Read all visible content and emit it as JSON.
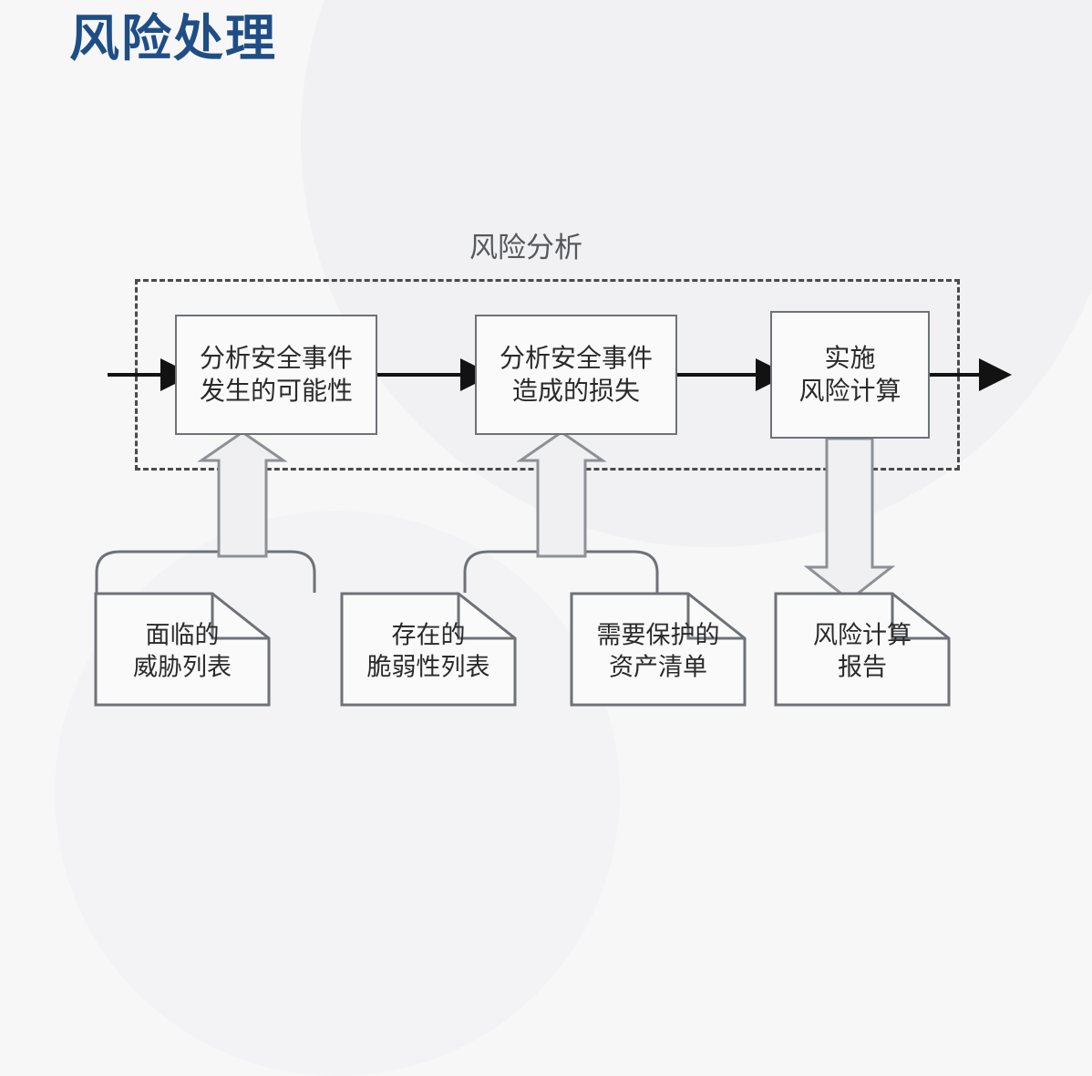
{
  "slide": {
    "title": "风险处理",
    "title_color": "#1f4e86",
    "background_color": "#f7f7f7"
  },
  "diagram": {
    "type": "flowchart",
    "group_label": "风险分析",
    "group_frame": {
      "style": "dashed",
      "color": "#4a4a4a"
    },
    "process_boxes": [
      {
        "id": "analyze-likelihood",
        "line1": "分析安全事件",
        "line2": "发生的可能性"
      },
      {
        "id": "analyze-loss",
        "line1": "分析安全事件",
        "line2": "造成的损失"
      },
      {
        "id": "risk-calculation",
        "line1": "实施",
        "line2": "风险计算"
      }
    ],
    "documents": [
      {
        "id": "threat-list",
        "line1": "面临的",
        "line2": "威胁列表"
      },
      {
        "id": "vulnerability-list",
        "line1": "存在的",
        "line2": "脆弱性列表"
      },
      {
        "id": "asset-inventory",
        "line1": "需要保护的",
        "line2": "资产清单"
      },
      {
        "id": "risk-report",
        "line1": "风险计算",
        "line2": "报告"
      }
    ],
    "flow_arrows": [
      {
        "from": "input",
        "to": "analyze-likelihood",
        "direction": "right"
      },
      {
        "from": "analyze-likelihood",
        "to": "analyze-loss",
        "direction": "right"
      },
      {
        "from": "analyze-loss",
        "to": "risk-calculation",
        "direction": "right"
      },
      {
        "from": "risk-calculation",
        "to": "output",
        "direction": "right"
      }
    ],
    "block_arrows": [
      {
        "from": "threat-list+vulnerability-list",
        "to": "analyze-likelihood",
        "direction": "up"
      },
      {
        "from": "vulnerability-list+asset-inventory",
        "to": "analyze-loss",
        "direction": "up"
      },
      {
        "from": "risk-calculation",
        "to": "risk-report",
        "direction": "down"
      }
    ],
    "colors": {
      "box_border": "#6e7277",
      "box_fill": "#fafafa",
      "block_arrow_fill": "#f0f0f2",
      "block_arrow_border": "#8d9095",
      "flow_arrow": "#121212",
      "text": "#2a2a2a"
    }
  }
}
